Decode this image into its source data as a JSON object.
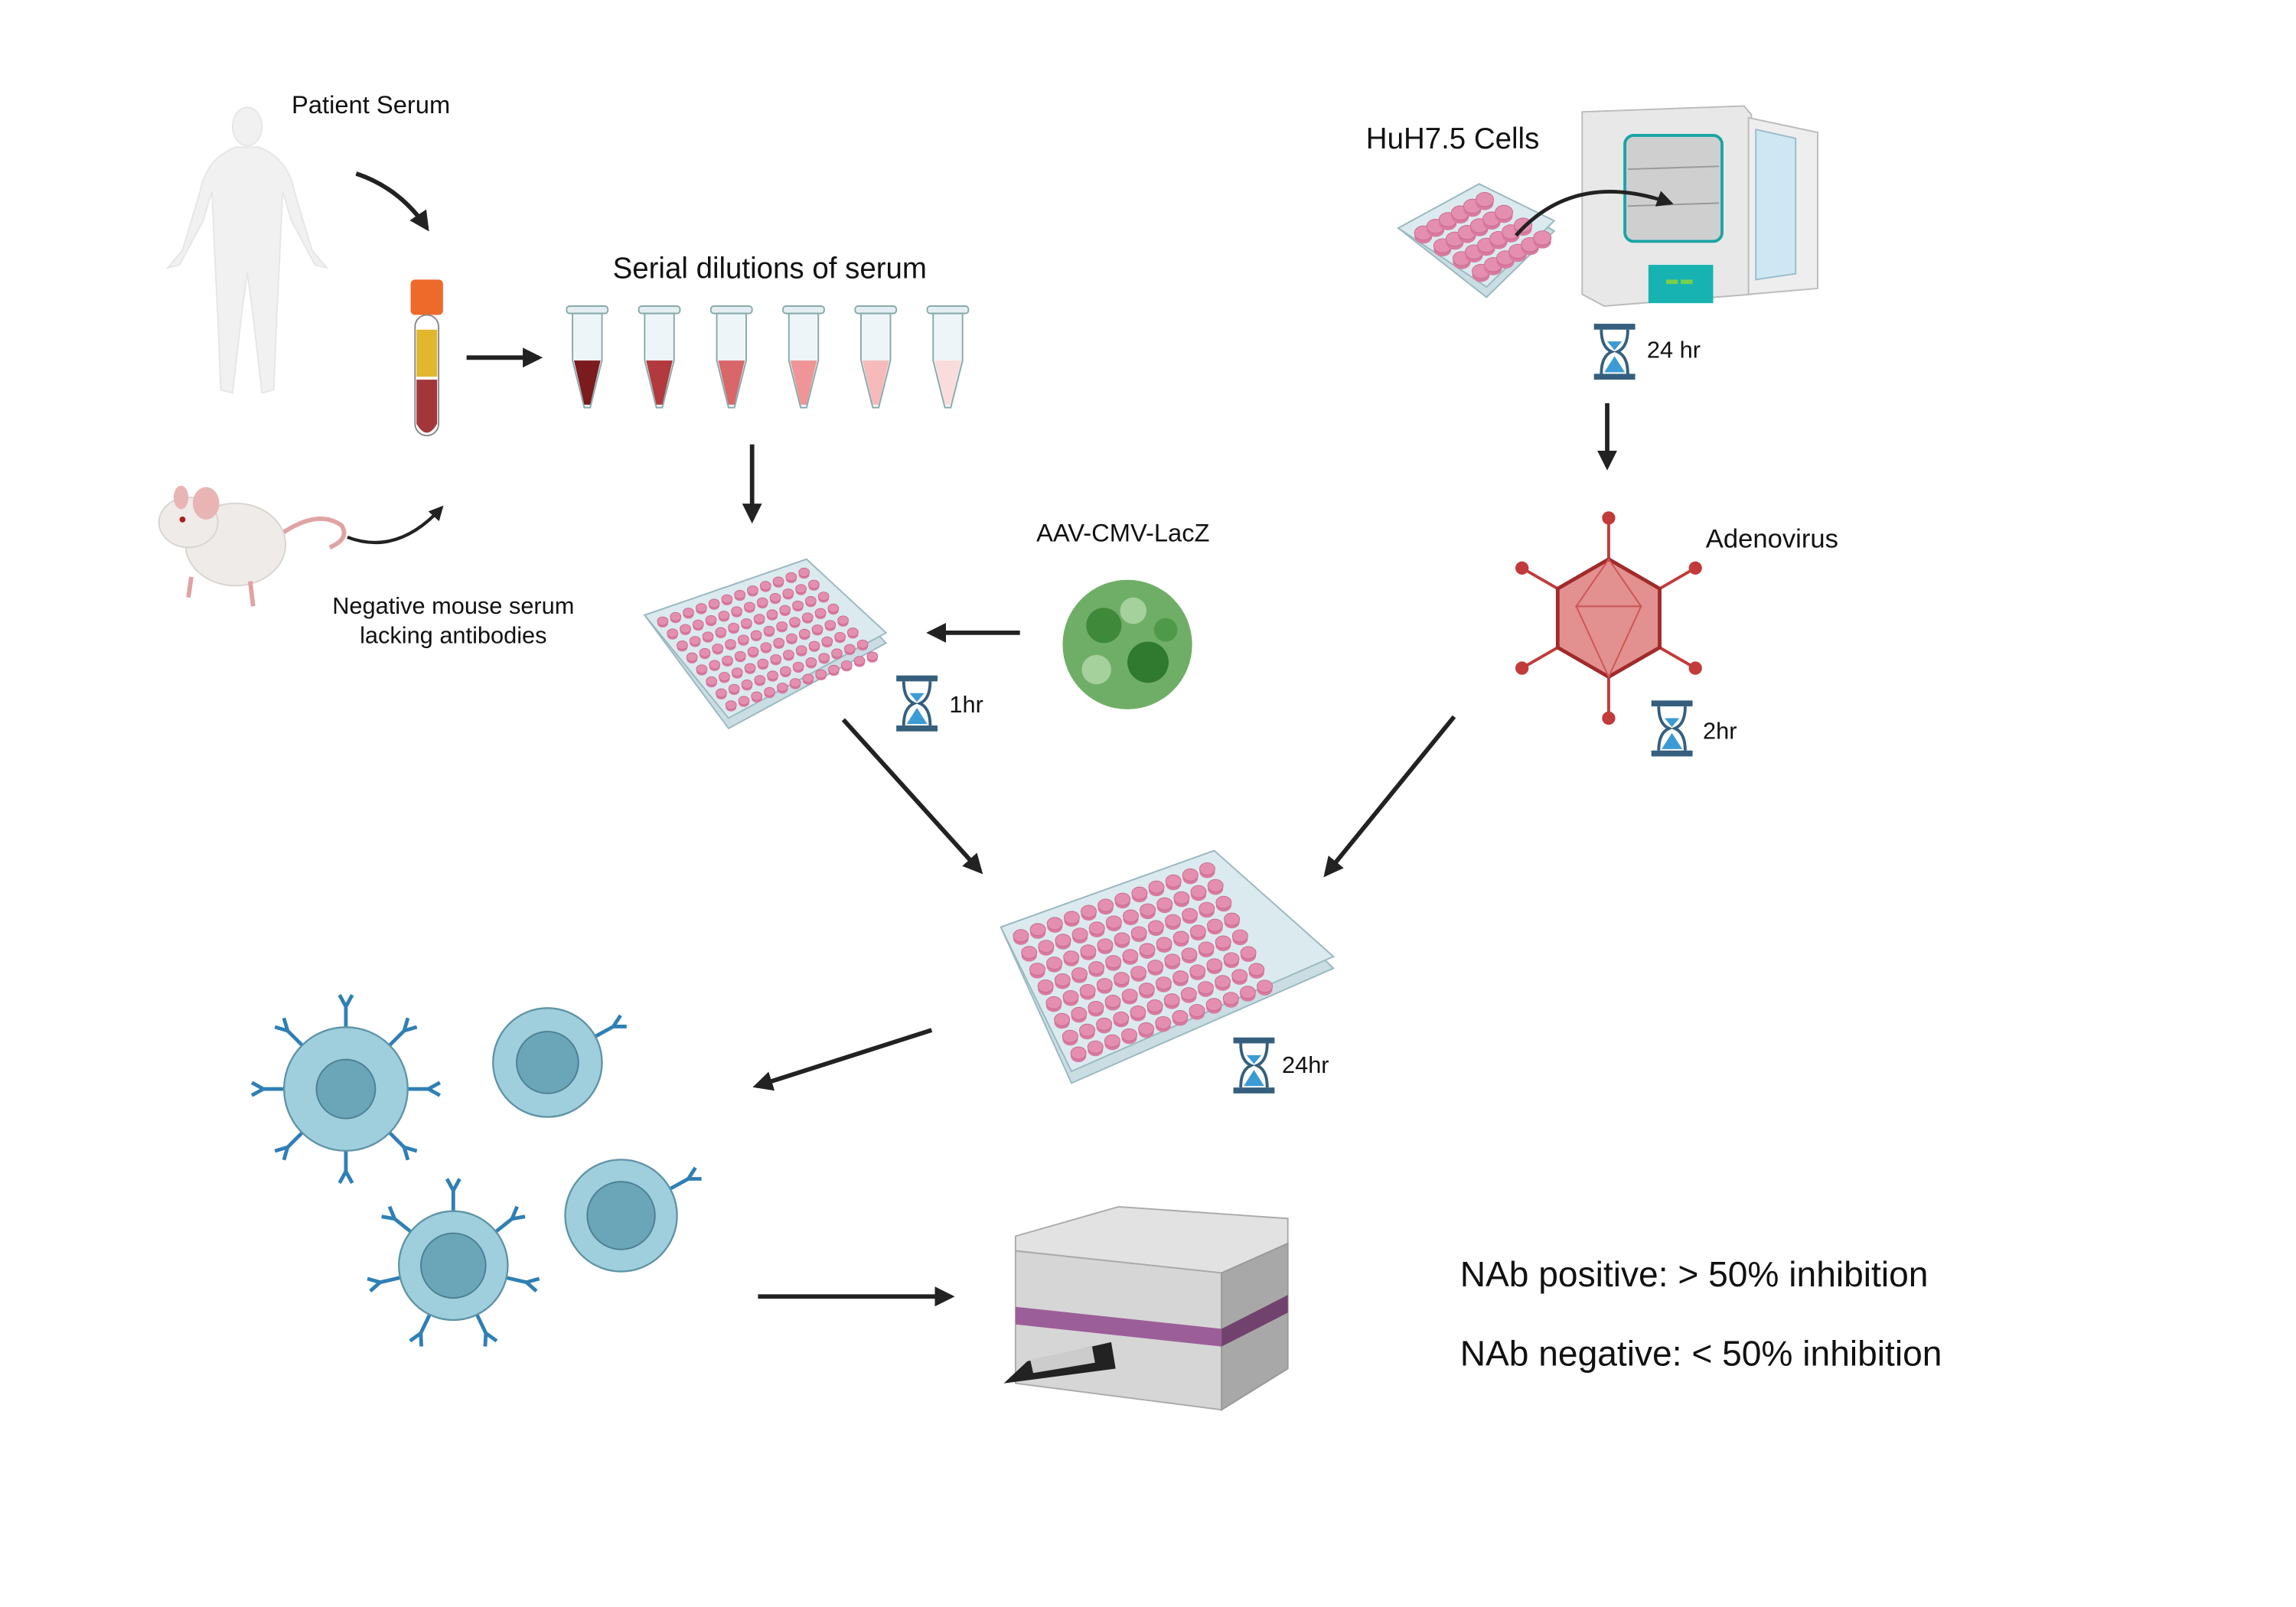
{
  "labels": {
    "patient_serum": "Patient Serum",
    "serial_dilutions": "Serial dilutions of serum",
    "negative_mouse_line1": "Negative mouse serum",
    "negative_mouse_line2": "lacking antibodies",
    "aav": "AAV-CMV-LacZ",
    "aav_time": "1hr",
    "huh_cells": "HuH7.5 Cells",
    "huh_time": "24 hr",
    "adenovirus": "Adenovirus",
    "adeno_time": "2hr",
    "plate_time": "24hr",
    "nab_positive": "NAb positive: > 50% inhibition",
    "nab_negative": "NAb negative: < 50% inhibition"
  },
  "colors": {
    "arrow": "#222222",
    "well_pink": "#e58fb0",
    "plate": "#dbeaee",
    "hourglass_frame": "#355f7d",
    "hourglass_sand": "#3b9bd4",
    "virus_red": "#c23a3a",
    "aav_green": "#4f9a4a",
    "cell_blue": "#9fcfdc",
    "nucleus_blue": "#6aa5b8",
    "antibody_blue": "#2f7fb5",
    "reader_purple": "#9c5e98",
    "incubator_teal": "#17b3b3",
    "dilutions": [
      "#7b1b1e",
      "#b2393d",
      "#d9676a",
      "#ef9597",
      "#f6baba",
      "#fbdcdc"
    ]
  },
  "icons": [
    "human-silhouette",
    "blood-tube",
    "mouse",
    "microtube",
    "well-plate",
    "hourglass",
    "aav-particle",
    "incubator",
    "adenovirus",
    "antibody-cell",
    "plate-reader"
  ]
}
